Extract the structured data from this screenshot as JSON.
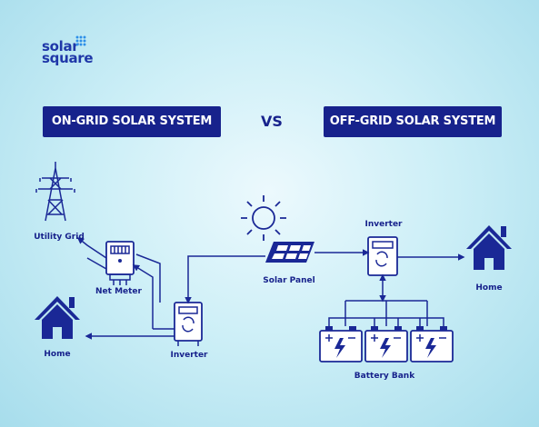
{
  "brand": {
    "line1": "solar",
    "line2": "square"
  },
  "titles": {
    "on_grid": "ON-GRID SOLAR SYSTEM",
    "vs": "VS",
    "off_grid": "OFF-GRID SOLAR SYSTEM"
  },
  "labels": {
    "utility_grid": "Utility Grid",
    "net_meter": "Net Meter",
    "home_left": "Home",
    "inverter_left": "Inverter",
    "solar_panel": "Solar Panel",
    "inverter_right": "Inverter",
    "home_right": "Home",
    "battery_bank": "Battery Bank"
  },
  "icons": [
    "utility-tower-icon",
    "net-meter-icon",
    "home-icon",
    "inverter-icon",
    "sun-icon",
    "solar-panel-icon",
    "battery-icon"
  ],
  "colors": {
    "navy": "#17228c",
    "background": "#cdeff7",
    "logo_dots": "#2d8fe8"
  }
}
